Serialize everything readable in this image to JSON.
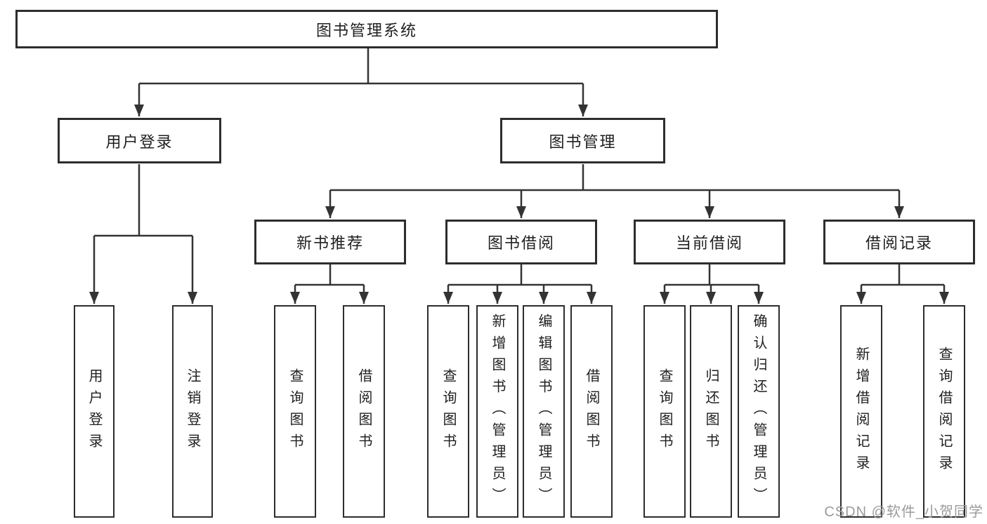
{
  "diagram": {
    "root": {
      "label": "图书管理系统"
    },
    "user_login": {
      "label": "用户登录",
      "children": [
        {
          "label": "用户登录"
        },
        {
          "label": "注销登录"
        }
      ]
    },
    "book_management": {
      "label": "图书管理",
      "groups": {
        "new_book_recommend": {
          "label": "新书推荐",
          "children": [
            {
              "label": "查询图书"
            },
            {
              "label": "借阅图书"
            }
          ]
        },
        "book_borrow": {
          "label": "图书借阅",
          "children": [
            {
              "label": "查询图书"
            },
            {
              "label": "新增图书（管理员）"
            },
            {
              "label": "编辑图书（管理员）"
            },
            {
              "label": "借阅图书"
            }
          ]
        },
        "current_borrow": {
          "label": "当前借阅",
          "children": [
            {
              "label": "查询图书"
            },
            {
              "label": "归还图书"
            },
            {
              "label": "确认归还（管理员）"
            }
          ]
        },
        "borrow_records": {
          "label": "借阅记录",
          "children": [
            {
              "label": "新增借阅记录"
            },
            {
              "label": "查询借阅记录"
            }
          ]
        }
      }
    }
  },
  "watermark": {
    "text": "CSDN @软件_小贺同学"
  },
  "colors": {
    "line": "#333333",
    "box_border": "#2d2d2d",
    "box_fill": "#ffffff",
    "text": "#1f1f1f",
    "watermark": "#9b9b9b",
    "background": "#ffffff"
  }
}
